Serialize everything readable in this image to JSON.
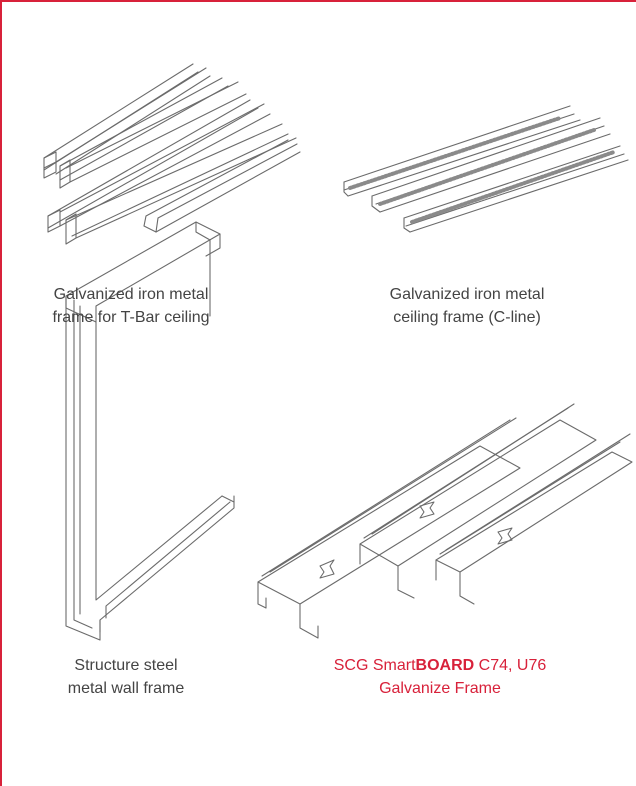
{
  "products": [
    {
      "id": "tbar",
      "icon": "t-bar-ceiling-frame-illustration",
      "caption_lines": [
        "Galvanized iron metal",
        "frame for T-Bar ceiling"
      ]
    },
    {
      "id": "cline",
      "icon": "c-line-ceiling-frame-illustration",
      "caption_lines": [
        "Galvanized iron metal",
        "ceiling frame (C-line)"
      ]
    },
    {
      "id": "structure",
      "icon": "c-channel-steel-illustration",
      "caption_lines": [
        "Structure steel",
        "metal wall frame"
      ]
    },
    {
      "id": "smartboard",
      "icon": "c74-u76-frame-illustration",
      "caption_line1_pre": "SCG Smart",
      "caption_line1_bold": "BOARD",
      "caption_line1_post": " C74, U76",
      "caption_line2": "Galvanize Frame"
    }
  ],
  "colors": {
    "accent": "#d8213a",
    "text": "#444444",
    "line": "#6b6b6b"
  }
}
